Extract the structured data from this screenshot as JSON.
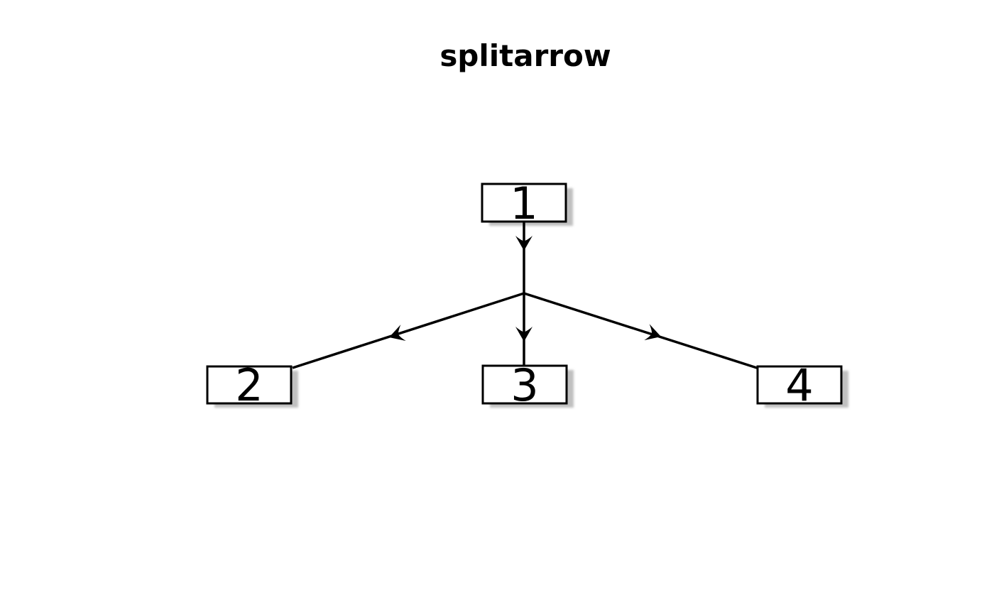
{
  "title": "splitarrow",
  "diagram": {
    "type": "flowchart",
    "nodes": [
      {
        "id": "1",
        "label": "1"
      },
      {
        "id": "2",
        "label": "2"
      },
      {
        "id": "3",
        "label": "3"
      },
      {
        "id": "4",
        "label": "4"
      }
    ],
    "edges": [
      {
        "from": "1",
        "to": "2"
      },
      {
        "from": "1",
        "to": "3"
      },
      {
        "from": "1",
        "to": "4"
      }
    ]
  },
  "colors": {
    "background": "#ffffff",
    "node_fill": "#ffffff",
    "node_border": "#000000",
    "edge": "#000000",
    "shadow": "#c0c0c0",
    "title_text": "#000000",
    "label_text": "#000000"
  }
}
